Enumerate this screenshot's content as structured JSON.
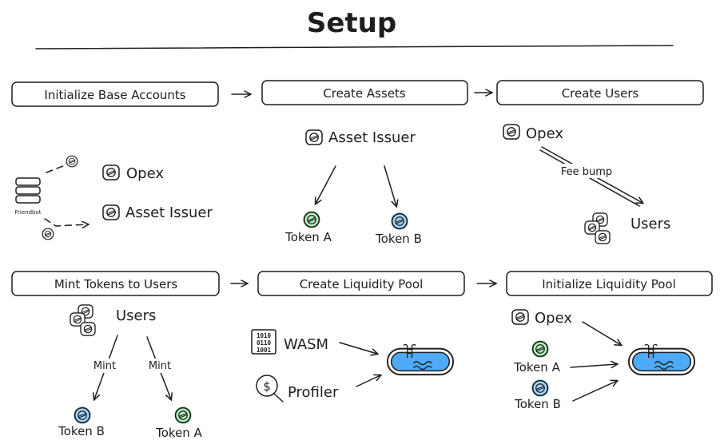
{
  "title": "Setup",
  "steps": {
    "s1": "Initialize Base Accounts",
    "s2": "Create Assets",
    "s3": "Create Users",
    "s4": "Mint Tokens to Users",
    "s5": "Create Liquidity Pool",
    "s6": "Initialize Liquidity Pool"
  },
  "step1": {
    "friendbot": "Friendbot",
    "opex": "Opex",
    "issuer": "Asset Issuer"
  },
  "step2": {
    "issuer": "Asset Issuer",
    "token_a": "Token A",
    "token_b": "Token B"
  },
  "step3": {
    "opex": "Opex",
    "edge": "Fee bump",
    "users": "Users"
  },
  "step4": {
    "users": "Users",
    "mint_left": "Mint",
    "mint_right": "Mint",
    "token_b": "Token B",
    "token_a": "Token A"
  },
  "step5": {
    "wasm": "WASM",
    "profiler": "Profiler",
    "dollar": "$",
    "binary": [
      "1010",
      "0110",
      "1001"
    ]
  },
  "step6": {
    "opex": "Opex",
    "token_a": "Token A",
    "token_b": "Token B"
  },
  "colors": {
    "token_a": "#b2f2bb",
    "token_b": "#a5d8ff",
    "pool": "#4dabf7",
    "ink": "#1e1e1e"
  }
}
